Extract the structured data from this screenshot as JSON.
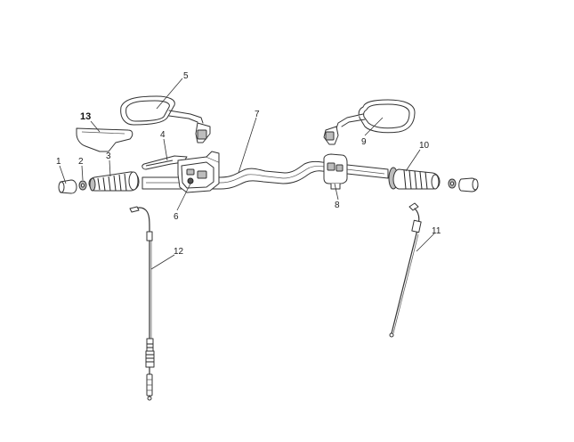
{
  "callouts": [
    {
      "id": "1",
      "text": "1"
    },
    {
      "id": "2",
      "text": "2"
    },
    {
      "id": "3",
      "text": "3"
    },
    {
      "id": "4",
      "text": "4"
    },
    {
      "id": "5",
      "text": "5"
    },
    {
      "id": "6",
      "text": "6"
    },
    {
      "id": "7",
      "text": "7"
    },
    {
      "id": "8",
      "text": "8"
    },
    {
      "id": "9",
      "text": "9"
    },
    {
      "id": "10",
      "text": "10"
    },
    {
      "id": "11",
      "text": "11"
    },
    {
      "id": "12",
      "text": "12"
    },
    {
      "id": "13",
      "text": "13"
    }
  ],
  "colors": {
    "line": "#333333",
    "shade": "#555555",
    "background": "#ffffff"
  }
}
